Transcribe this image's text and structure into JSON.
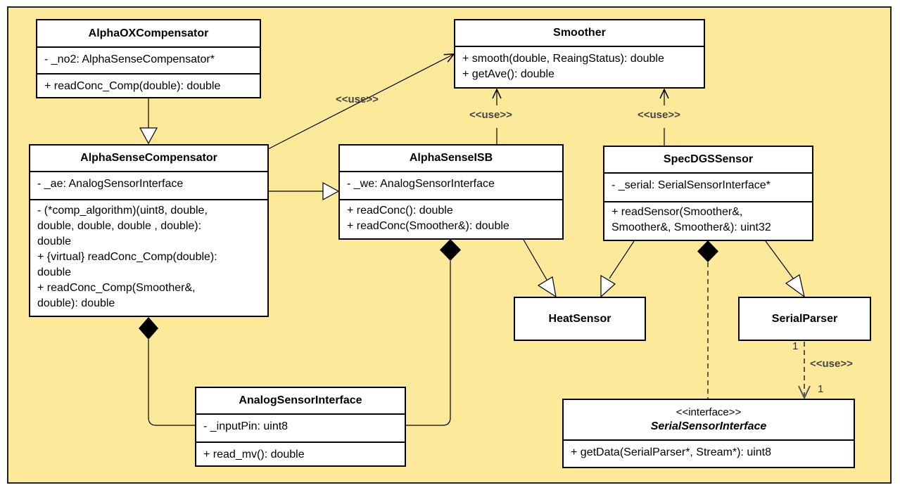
{
  "classes": {
    "alphaox": {
      "name": "AlphaOXCompensator",
      "attributes": [
        "- _no2: AlphaSenseCompensator*"
      ],
      "methods": [
        "+ readConc_Comp(double): double"
      ]
    },
    "smoother": {
      "name": "Smoother",
      "methods": [
        "+ smooth(double, ReaingStatus): double",
        "+ getAve(): double"
      ]
    },
    "alphasensecomp": {
      "name": "AlphaSenseCompensator",
      "attributes": [
        "- _ae: AnalogSensorInterface"
      ],
      "methods": [
        "- (*comp_algorithm)(uint8, double,",
        "double, double, double , double):",
        "double",
        "+ {virtual} readConc_Comp(double):",
        "double",
        "+ readConc_Comp(Smoother&,",
        "double): double"
      ]
    },
    "alphasenseisb": {
      "name": "AlphaSenseISB",
      "attributes": [
        "- _we: AnalogSensorInterface"
      ],
      "methods": [
        "+ readConc(): double",
        "+ readConc(Smoother&): double"
      ]
    },
    "specdgs": {
      "name": "SpecDGSSensor",
      "attributes": [
        "- _serial: SerialSensorInterface*"
      ],
      "methods": [
        "+ readSensor(Smoother&,",
        "Smoother&, Smoother&): uint32"
      ]
    },
    "heatsensor": {
      "name": "HeatSensor"
    },
    "serialparser": {
      "name": "SerialParser"
    },
    "analogsi": {
      "name": "AnalogSensorInterface",
      "attributes": [
        "- _inputPin: uint8"
      ],
      "methods": [
        "+ read_mv(): double"
      ]
    },
    "serialsi": {
      "stereotype": "<<interface>>",
      "name": "SerialSensorInterface",
      "methods": [
        "+ getData(SerialParser*, Stream*): uint8"
      ]
    }
  },
  "labels": {
    "use1": "<<use>>",
    "use2": "<<use>>",
    "use3": "<<use>>",
    "use4": "<<use>>",
    "mult_parser": "1",
    "mult_iface": "1"
  },
  "colors": {
    "background": "#fde99a",
    "box": "#ffffff",
    "line": "#000000"
  }
}
